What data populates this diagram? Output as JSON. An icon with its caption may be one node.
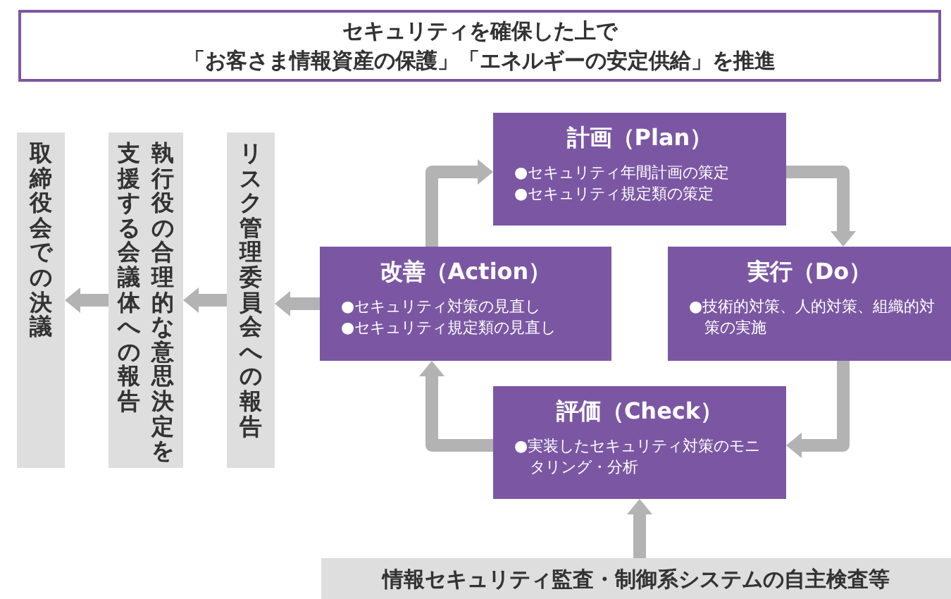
{
  "diagram": {
    "nodes": [
      {
        "text": [
          "セキュリティを確保した上で",
          "「お客さま情報資産の保護」「エネルギーの安定供給」を推進"
        ]
      },
      {
        "text": [
          "計画（Plan）",
          "●セキュリティ年間計画の策定",
          "●セキュリティ規定類の策定"
        ]
      },
      {
        "text": [
          "改善（Action）",
          "●セキュリティ対策の見直し",
          "●セキュリティ規定類の見直し"
        ]
      },
      {
        "text": [
          "実行（Do）",
          "●技術的対策、人的対策、組織的対策の実施"
        ]
      },
      {
        "text": [
          "評価（Check）",
          "●実装したセキュリティ対策のモニタリング・分析"
        ]
      },
      {
        "text": [
          "情報セキュリティ監査・制御系システムの自主検査等"
        ]
      },
      {
        "text": [
          "リスク管理委員会への報告"
        ]
      },
      {
        "text": [
          "執行役の合理的な意思決定を支援する会議体への報告"
        ]
      },
      {
        "text": [
          "取締役会での決議"
        ]
      }
    ],
    "edges": [
      {
        "from": 1,
        "to": 3,
        "arrow": "to"
      },
      {
        "from": 3,
        "to": 4,
        "arrow": "to"
      },
      {
        "from": 4,
        "to": 2,
        "arrow": "to"
      },
      {
        "from": 2,
        "to": 1,
        "arrow": "to"
      },
      {
        "from": 5,
        "to": 4,
        "arrow": "to"
      },
      {
        "from": 2,
        "to": 6,
        "arrow": "to"
      },
      {
        "from": 6,
        "to": 7,
        "arrow": "to"
      },
      {
        "from": 7,
        "to": 8,
        "arrow": "to"
      }
    ]
  }
}
